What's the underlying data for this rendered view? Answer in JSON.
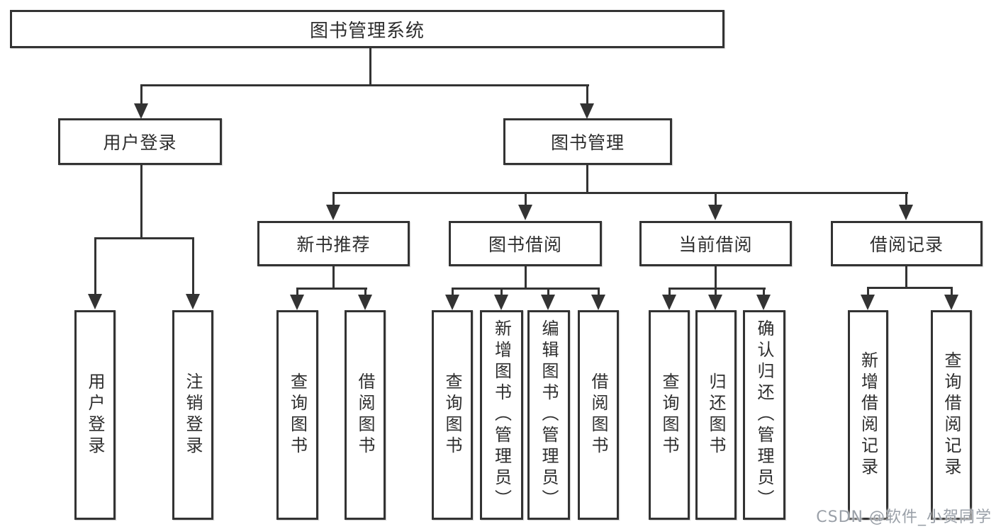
{
  "watermark": "CSDN @软件_小贺同学",
  "colors": {
    "line": "#333333",
    "text": "#2e2e2e",
    "bg": "#ffffff",
    "watermark": "#9aa0a8"
  },
  "tree": {
    "root": {
      "label": "图书管理系统"
    },
    "branches": [
      {
        "label": "用户登录",
        "children": [
          {
            "label": "用户登录"
          },
          {
            "label": "注销登录"
          }
        ]
      },
      {
        "label": "图书管理",
        "children": [
          {
            "label": "新书推荐",
            "children": [
              {
                "label": "查询图书"
              },
              {
                "label": "借阅图书"
              }
            ]
          },
          {
            "label": "图书借阅",
            "children": [
              {
                "label": "查询图书"
              },
              {
                "label": "新增图书（管理员）"
              },
              {
                "label": "编辑图书（管理员）"
              },
              {
                "label": "借阅图书"
              }
            ]
          },
          {
            "label": "当前借阅",
            "children": [
              {
                "label": "查询图书"
              },
              {
                "label": "归还图书"
              },
              {
                "label": "确认归还（管理员）"
              }
            ]
          },
          {
            "label": "借阅记录",
            "children": [
              {
                "label": "新增借阅记录"
              },
              {
                "label": "查询借阅记录"
              }
            ]
          }
        ]
      }
    ]
  }
}
